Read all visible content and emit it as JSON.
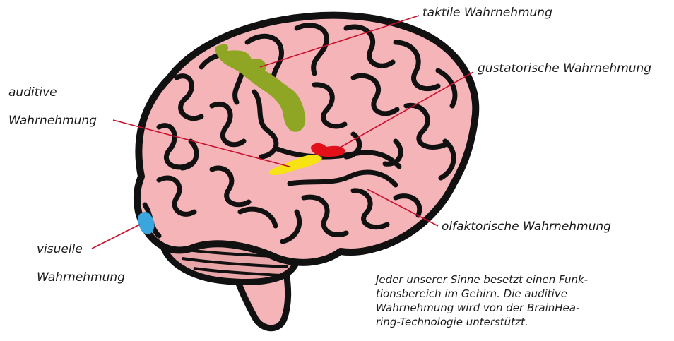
{
  "labels": {
    "taktil": "taktile Wahrnehmung",
    "gustatorisch": "gustatorische Wahrnehmung",
    "auditiv_line1": "auditive",
    "auditiv_line2": "Wahrnehmung",
    "olfaktorisch": "olfaktorische Wahrnehmung",
    "visuell_line1": "visuelle",
    "visuell_line2": "Wahrnehmung"
  },
  "caption": {
    "lines": [
      "Jeder unserer Sinne besetzt einen Funk-",
      "tionsbereich im Gehirn. Die auditive",
      "Wahrnehmung wird von der BrainHea-",
      "ring-Technologie unterstützt."
    ]
  },
  "colors": {
    "brain_fill": "#f5b5b8",
    "brain_outline": "#111111",
    "cerebellum_fill": "#e9a6a9",
    "tactile_region": "#8fa624",
    "gustatory_region": "#e3101a",
    "auditory_region": "#f7e213",
    "visual_region": "#3aa6dd",
    "leader_line": "#c8102e"
  }
}
